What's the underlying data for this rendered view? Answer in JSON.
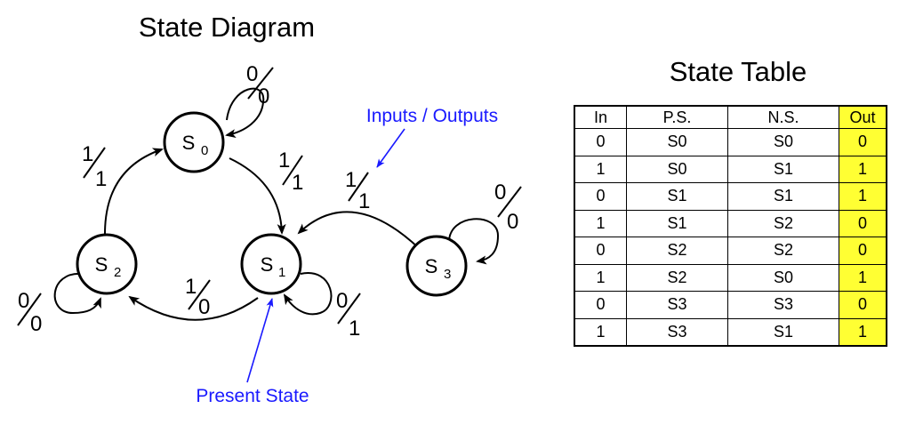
{
  "diagram": {
    "title": "State Diagram",
    "states": [
      {
        "name": "S",
        "sub": "0"
      },
      {
        "name": "S",
        "sub": "1"
      },
      {
        "name": "S",
        "sub": "2"
      },
      {
        "name": "S",
        "sub": "3"
      }
    ],
    "transitions": [
      {
        "from": "S0",
        "to": "S0",
        "input": "0",
        "output": "0"
      },
      {
        "from": "S0",
        "to": "S1",
        "input": "1",
        "output": "1"
      },
      {
        "from": "S1",
        "to": "S1",
        "input": "0",
        "output": "1"
      },
      {
        "from": "S1",
        "to": "S2",
        "input": "1",
        "output": "0"
      },
      {
        "from": "S2",
        "to": "S2",
        "input": "0",
        "output": "0"
      },
      {
        "from": "S2",
        "to": "S0",
        "input": "1",
        "output": "1"
      },
      {
        "from": "S3",
        "to": "S3",
        "input": "0",
        "output": "0"
      },
      {
        "from": "S3",
        "to": "S1",
        "input": "1",
        "output": "1"
      }
    ],
    "annotations": {
      "inputs_outputs": "Inputs / Outputs",
      "present_state": "Present State"
    },
    "colors": {
      "annotation": "#1a1aff",
      "highlight": "#ffff33"
    }
  },
  "table": {
    "title": "State Table",
    "headers": [
      "In",
      "P.S.",
      "N.S.",
      "Out"
    ],
    "rows": [
      [
        "0",
        "S0",
        "S0",
        "0"
      ],
      [
        "1",
        "S0",
        "S1",
        "1"
      ],
      [
        "0",
        "S1",
        "S1",
        "1"
      ],
      [
        "1",
        "S1",
        "S2",
        "0"
      ],
      [
        "0",
        "S2",
        "S2",
        "0"
      ],
      [
        "1",
        "S2",
        "S0",
        "1"
      ],
      [
        "0",
        "S3",
        "S3",
        "0"
      ],
      [
        "1",
        "S3",
        "S1",
        "1"
      ]
    ]
  }
}
